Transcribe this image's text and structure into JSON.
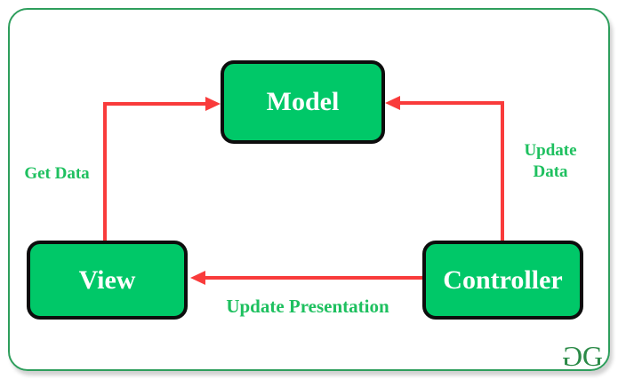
{
  "colors": {
    "node_fill": "#00c868",
    "node_border": "#0d0d0d",
    "node_text": "#ffffff",
    "arrow": "#f93b3b",
    "label_text": "#1ec05f",
    "frame_border": "#2e9e5c",
    "logo": "#2b8a47",
    "canvas_bg": "#ffffff"
  },
  "nodes": {
    "model": {
      "label": "Model"
    },
    "view": {
      "label": "View"
    },
    "controller": {
      "label": "Controller"
    }
  },
  "edges": {
    "view_to_model": {
      "label": "Get Data",
      "from": "View",
      "to": "Model"
    },
    "controller_to_model": {
      "label": "Update Data",
      "from": "Controller",
      "to": "Model"
    },
    "controller_to_view": {
      "label": "Update Presentation",
      "from": "Controller",
      "to": "View"
    }
  },
  "logo": {
    "left": "G",
    "right": "G"
  }
}
